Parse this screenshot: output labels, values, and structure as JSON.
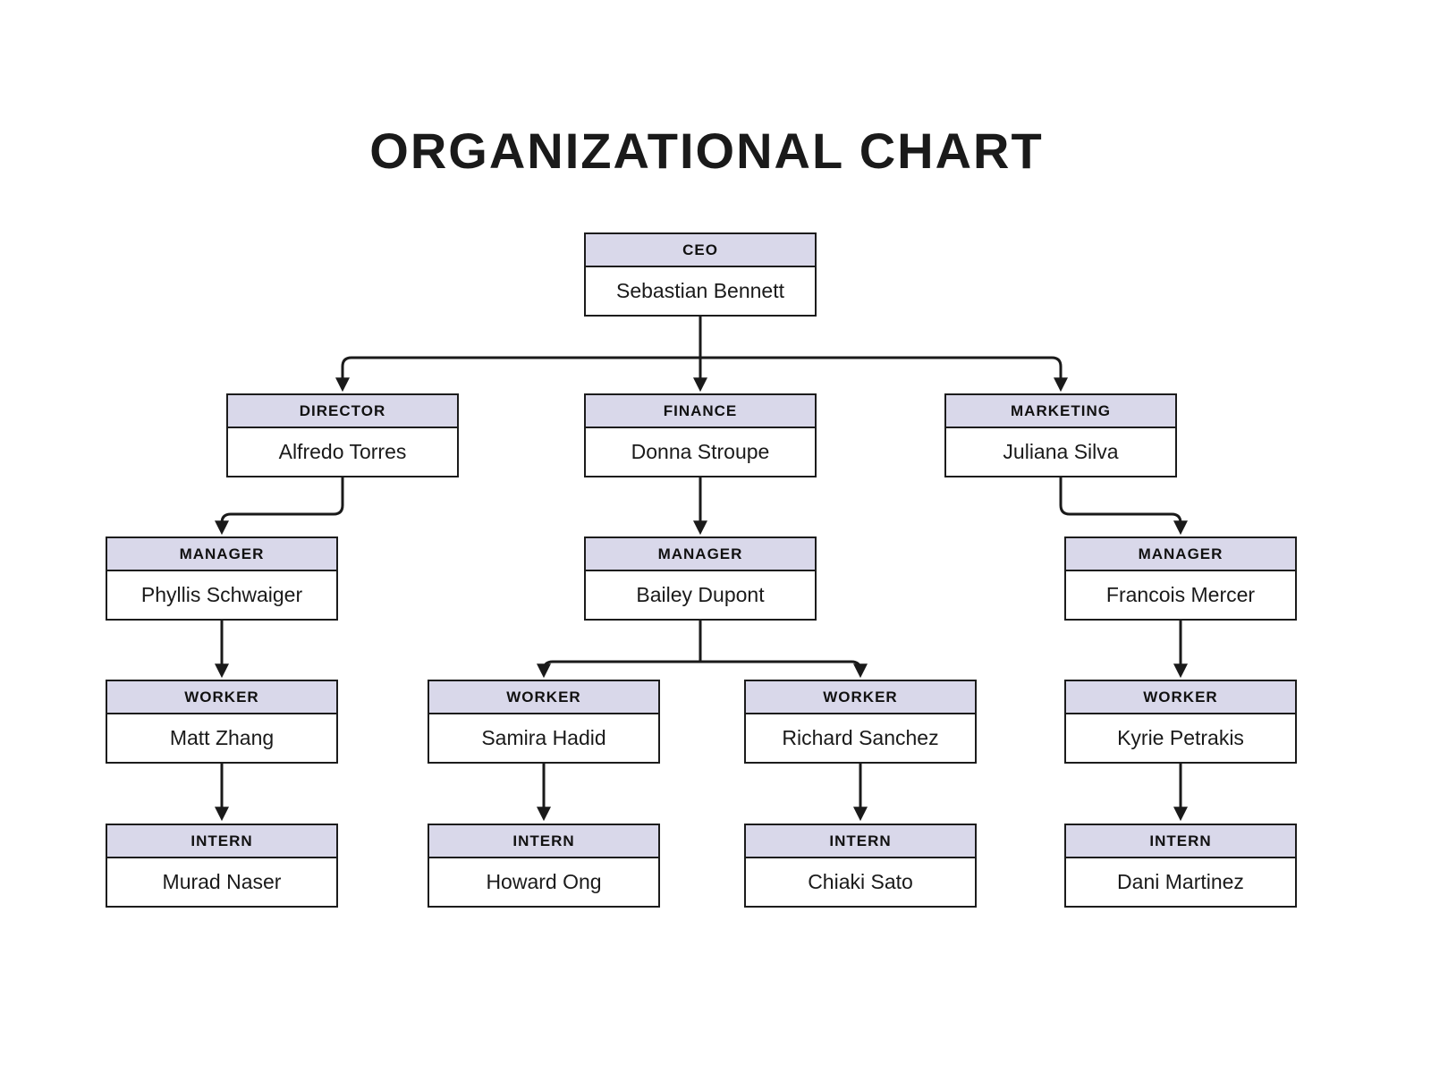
{
  "title": "ORGANIZATIONAL CHART",
  "colors": {
    "header_fill": "#d9d8ea",
    "box_border": "#1c1c1c",
    "connector": "#1a1a1a",
    "background": "#ffffff",
    "text": "#1a1a1a"
  },
  "nodes": {
    "ceo": {
      "role": "CEO",
      "name": "Sebastian Bennett"
    },
    "director": {
      "role": "DIRECTOR",
      "name": "Alfredo Torres"
    },
    "finance": {
      "role": "FINANCE",
      "name": "Donna Stroupe"
    },
    "marketing": {
      "role": "MARKETING",
      "name": "Juliana Silva"
    },
    "manager_director": {
      "role": "MANAGER",
      "name": "Phyllis Schwaiger"
    },
    "manager_finance": {
      "role": "MANAGER",
      "name": "Bailey Dupont"
    },
    "manager_marketing": {
      "role": "MANAGER",
      "name": "Francois Mercer"
    },
    "worker_director": {
      "role": "WORKER",
      "name": "Matt Zhang"
    },
    "worker_finance_1": {
      "role": "WORKER",
      "name": "Samira Hadid"
    },
    "worker_finance_2": {
      "role": "WORKER",
      "name": "Richard Sanchez"
    },
    "worker_marketing": {
      "role": "WORKER",
      "name": "Kyrie Petrakis"
    },
    "intern_director": {
      "role": "INTERN",
      "name": "Murad Naser"
    },
    "intern_finance_1": {
      "role": "INTERN",
      "name": "Howard Ong"
    },
    "intern_finance_2": {
      "role": "INTERN",
      "name": "Chiaki Sato"
    },
    "intern_marketing": {
      "role": "INTERN",
      "name": "Dani Martinez"
    }
  }
}
